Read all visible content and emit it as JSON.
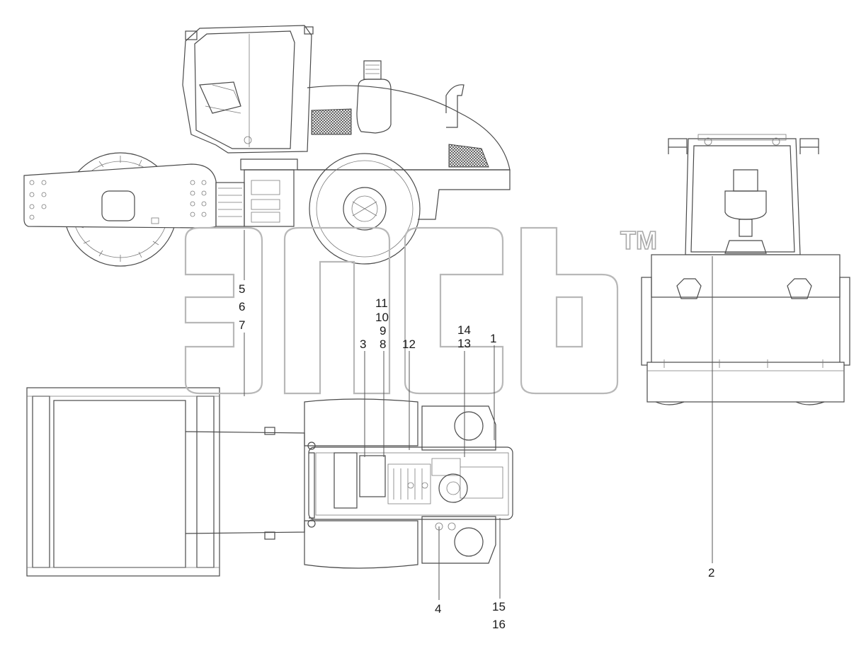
{
  "watermark": {
    "trademark": "TM"
  },
  "callouts": {
    "c1": "1",
    "c2": "2",
    "c3": "3",
    "c4": "4",
    "c5": "5",
    "c6": "6",
    "c7": "7",
    "c8": "8",
    "c9": "9",
    "c10": "10",
    "c11": "11",
    "c12": "12",
    "c13": "13",
    "c14": "14",
    "c15": "15",
    "c16": "16"
  }
}
